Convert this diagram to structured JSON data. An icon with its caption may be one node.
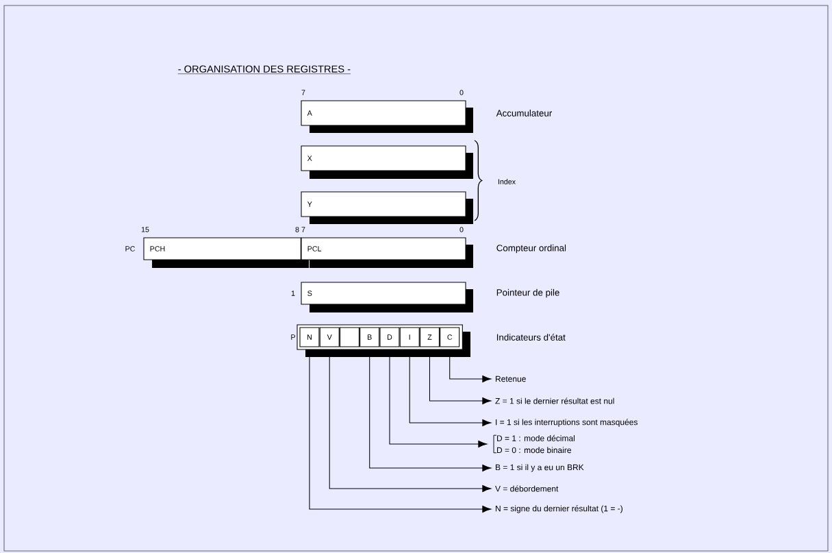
{
  "diagram": {
    "title": "- ORGANISATION DES REGISTRES -",
    "nodes": [
      {
        "text": [
          "A"
        ],
        "beside": [
          "Accumulateur"
        ]
      },
      {
        "text": [
          "X"
        ]
      },
      {
        "text": [
          "Y"
        ]
      },
      {
        "text": [
          "PCH"
        ]
      },
      {
        "text": [
          "PCL"
        ],
        "beside": [
          "Compteur ordinal"
        ]
      },
      {
        "text": [
          "S"
        ],
        "beside": [
          "Pointeur de pile"
        ]
      },
      {
        "text": [],
        "shape": "box",
        "beside": [
          "Indicateurs d'état"
        ]
      },
      {
        "text": [
          "N"
        ],
        "in": 6
      },
      {
        "text": [
          "V"
        ],
        "in": 6
      },
      {
        "text": [],
        "shape": "box",
        "in": 6
      },
      {
        "text": [
          "B"
        ],
        "in": 6
      },
      {
        "text": [
          "D"
        ],
        "in": 6
      },
      {
        "text": [
          "I"
        ],
        "in": 6
      },
      {
        "text": [
          "Z"
        ],
        "in": 6
      },
      {
        "text": [
          "C"
        ],
        "in": 6
      },
      {
        "text": [
          "Retenue"
        ]
      },
      {
        "text": [
          "Z = 1 si le dernier résultat est nul"
        ]
      },
      {
        "text": [
          "I = 1 si les interruptions sont masquées"
        ]
      },
      {
        "text": [
          "D = 1 : mode décimal",
          "D = 0 : mode binaire"
        ]
      },
      {
        "text": [
          "B = 1 si il y a eu un BRK"
        ]
      },
      {
        "text": [
          "V = débordement"
        ]
      },
      {
        "text": [
          "N = signe du dernier résultat (1 = -)"
        ]
      }
    ],
    "edges": [
      {
        "from": 14,
        "to": 15,
        "arrow": "to"
      },
      {
        "from": 13,
        "to": 16,
        "arrow": "to"
      },
      {
        "from": 12,
        "to": 17,
        "arrow": "to"
      },
      {
        "from": 11,
        "to": 18,
        "arrow": "to"
      },
      {
        "from": 10,
        "to": 19,
        "arrow": "to"
      },
      {
        "from": 8,
        "to": 20,
        "arrow": "to"
      },
      {
        "from": 7,
        "to": 21,
        "arrow": "to"
      }
    ],
    "labels": [
      "7",
      "0",
      "Index",
      "15",
      "8",
      "7",
      "0",
      "PC",
      "1",
      "P"
    ]
  }
}
